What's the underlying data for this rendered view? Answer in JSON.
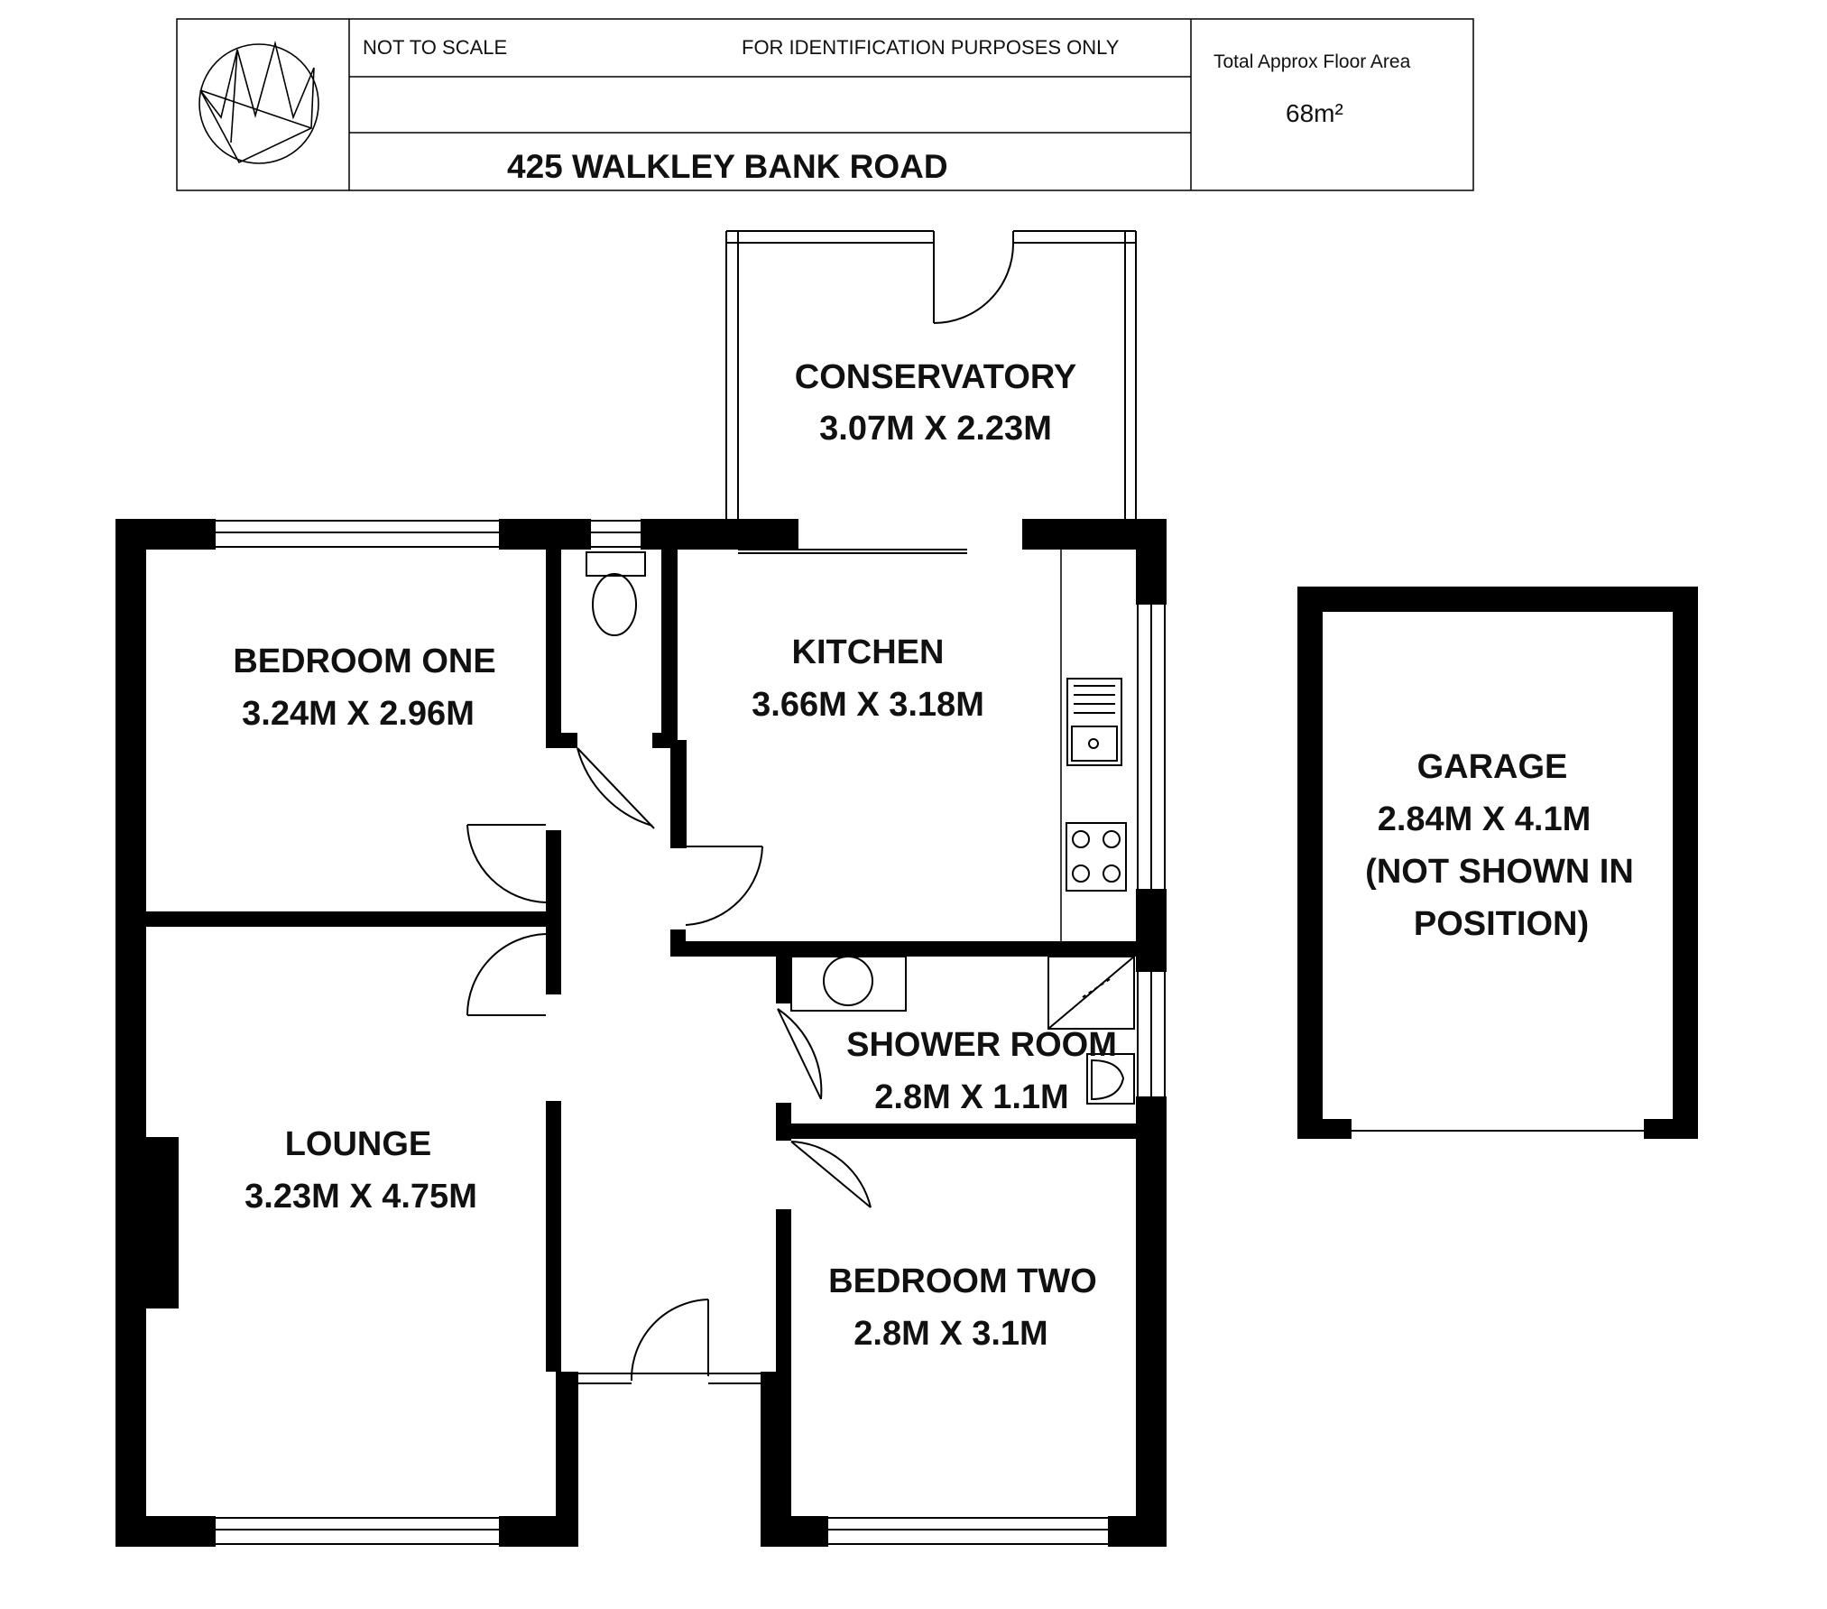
{
  "header": {
    "scale_note": "NOT TO SCALE",
    "purpose_note": "FOR IDENTIFICATION PURPOSES ONLY",
    "area_label": "Total Approx Floor Area",
    "area_value": "68m²",
    "address": "425 WALKLEY BANK ROAD"
  },
  "rooms": {
    "conservatory": {
      "name": "CONSERVATORY",
      "size": "3.07M X 2.23M"
    },
    "kitchen": {
      "name": "KITCHEN",
      "size": "3.66M X 3.18M"
    },
    "bedroom_one": {
      "name": "BEDROOM ONE",
      "size": "3.24M X 2.96M"
    },
    "lounge": {
      "name": "LOUNGE",
      "size": "3.23M X 4.75M"
    },
    "shower_room": {
      "name": "SHOWER ROOM",
      "size": "2.8M X 1.1M"
    },
    "bedroom_two": {
      "name": "BEDROOM TWO",
      "size": "2.8M X 3.1M"
    },
    "garage": {
      "name": "GARAGE",
      "size": "2.84M X 4.1M",
      "note_line1": "(NOT SHOWN IN",
      "note_line2": "POSITION)"
    }
  },
  "colors": {
    "wall": "#000000",
    "line": "#000000",
    "background": "#ffffff"
  },
  "icons": [
    "logo-crown-icon",
    "wc-icon",
    "sink-icon",
    "hob-icon",
    "shower-icon",
    "basin-icon"
  ]
}
